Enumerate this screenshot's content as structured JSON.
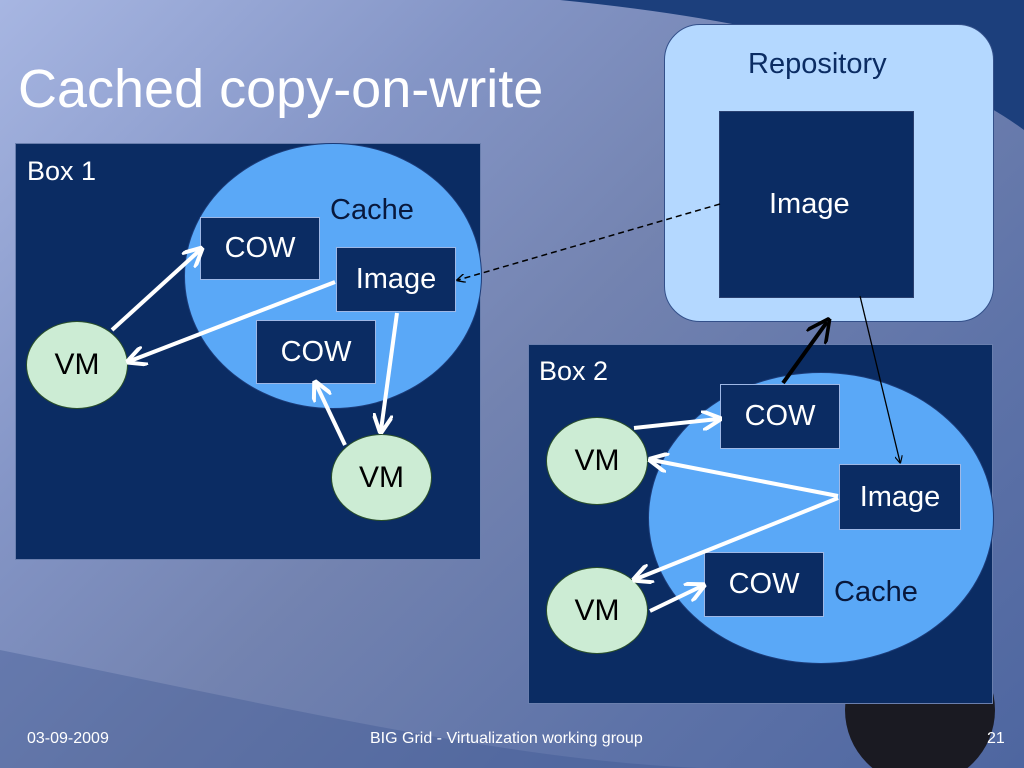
{
  "slide": {
    "title": "Cached copy-on-write",
    "footer_date": "03-09-2009",
    "footer_center": "BIG Grid - Virtualization working group",
    "page_number": "21"
  },
  "repository": {
    "label": "Repository",
    "image_label": "Image"
  },
  "box1": {
    "label": "Box 1",
    "cache_label": "Cache",
    "cow_top": "COW",
    "image": "Image",
    "cow_bottom": "COW",
    "vm_left": "VM",
    "vm_right": "VM"
  },
  "box2": {
    "label": "Box 2",
    "cache_label": "Cache",
    "cow_top": "COW",
    "image": "Image",
    "cow_bottom": "COW",
    "vm_top": "VM",
    "vm_bottom": "VM"
  },
  "colors": {
    "box_fill": "#0b2c63",
    "cache_fill": "#5aa8f7",
    "vm_fill": "#ccecd4",
    "repository_fill": "#b4d8ff"
  }
}
